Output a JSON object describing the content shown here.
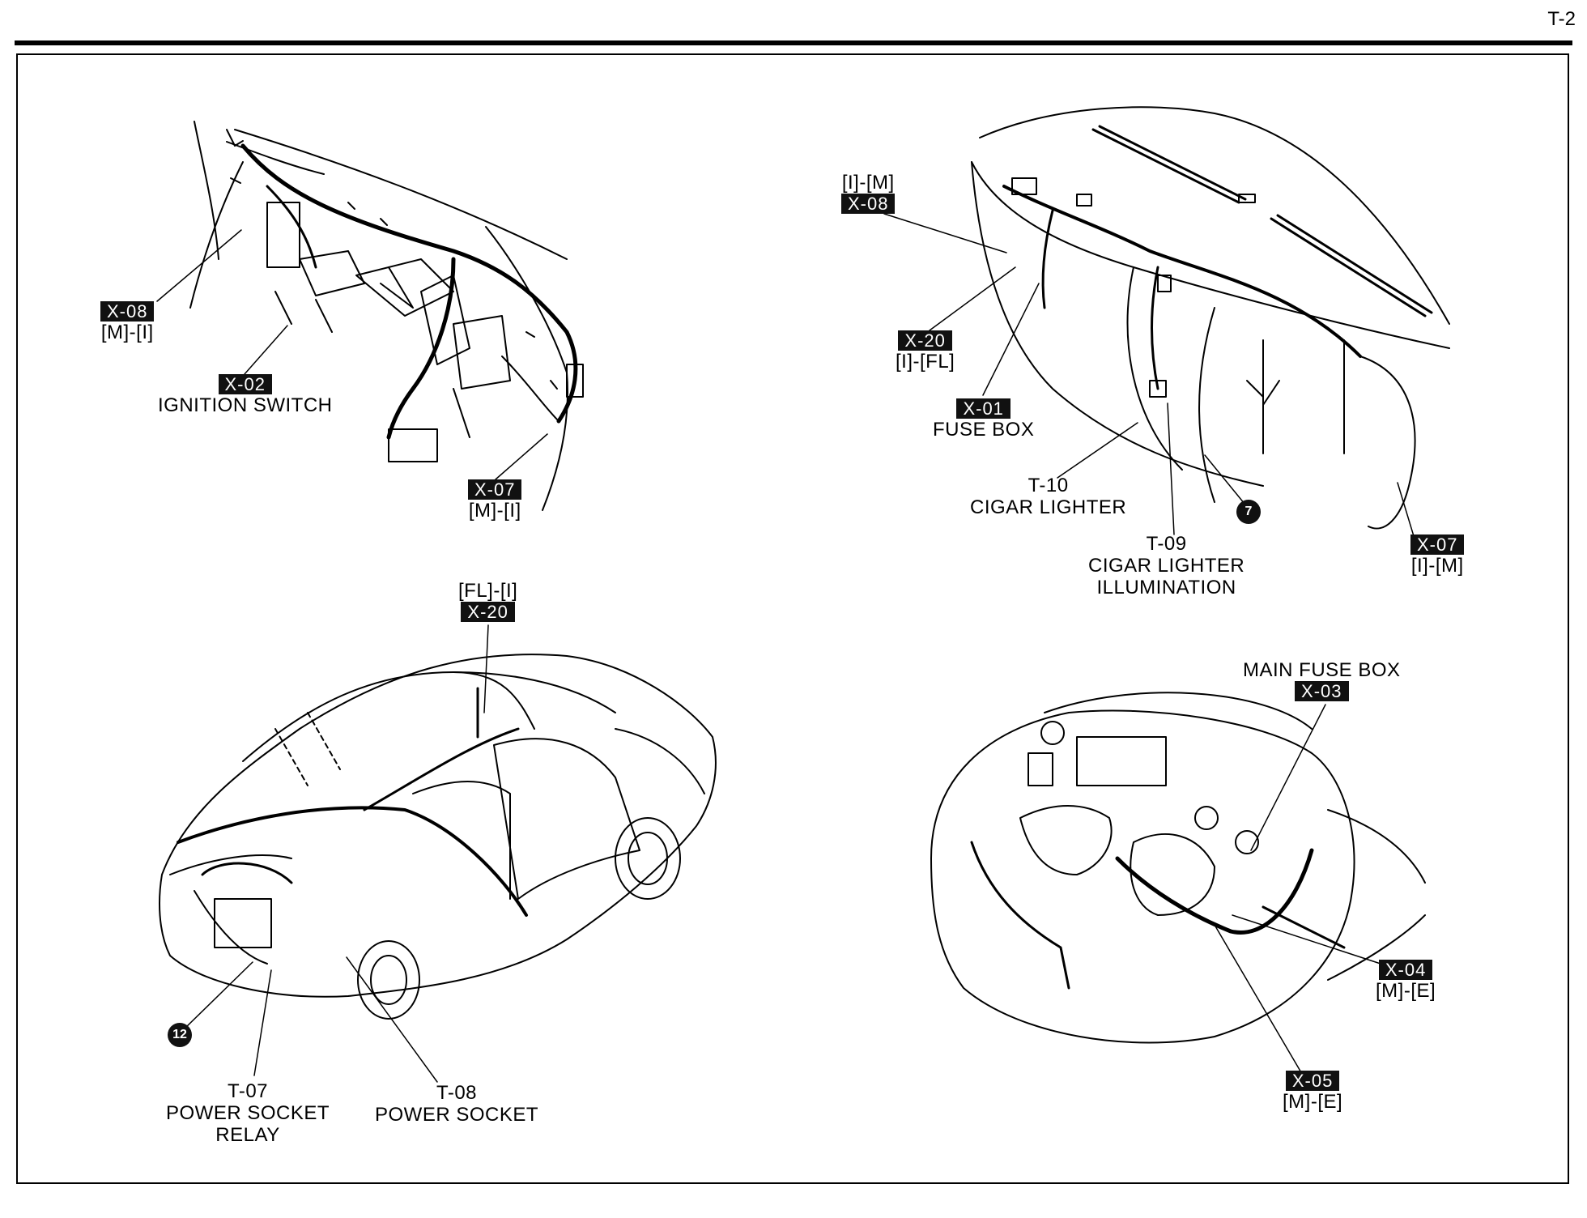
{
  "page": {
    "number": "T-2"
  },
  "callouts": {
    "dash_left_x08": {
      "tag": "X-08",
      "sub": "[M]-[I]"
    },
    "dash_left_x02": {
      "tag": "X-02",
      "sub": "IGNITION SWITCH"
    },
    "dash_left_x07": {
      "tag": "X-07",
      "sub": "[M]-[I]"
    },
    "dash_right_x08": {
      "pre": "[I]-[M]",
      "tag": "X-08"
    },
    "dash_right_x20": {
      "tag": "X-20",
      "sub": "[I]-[FL]"
    },
    "dash_right_x01": {
      "tag": "X-01",
      "sub": "FUSE BOX"
    },
    "dash_right_t10": {
      "line1": "T-10",
      "line2": "CIGAR LIGHTER"
    },
    "dash_right_t09": {
      "line1": "T-09",
      "line2": "CIGAR LIGHTER",
      "line3": "ILLUMINATION"
    },
    "dash_right_x07": {
      "tag": "X-07",
      "sub": "[I]-[M]"
    },
    "dash_right_ground": {
      "num": "7"
    },
    "car_x20": {
      "pre": "[FL]-[I]",
      "tag": "X-20"
    },
    "car_ground": {
      "num": "12"
    },
    "car_t07": {
      "line1": "T-07",
      "line2": "POWER SOCKET",
      "line3": "RELAY"
    },
    "car_t08": {
      "line1": "T-08",
      "line2": "POWER SOCKET"
    },
    "engine_x03": {
      "pre": "MAIN FUSE BOX",
      "tag": "X-03"
    },
    "engine_x04": {
      "tag": "X-04",
      "sub": "[M]-[E]"
    },
    "engine_x05": {
      "tag": "X-05",
      "sub": "[M]-[E]"
    }
  }
}
